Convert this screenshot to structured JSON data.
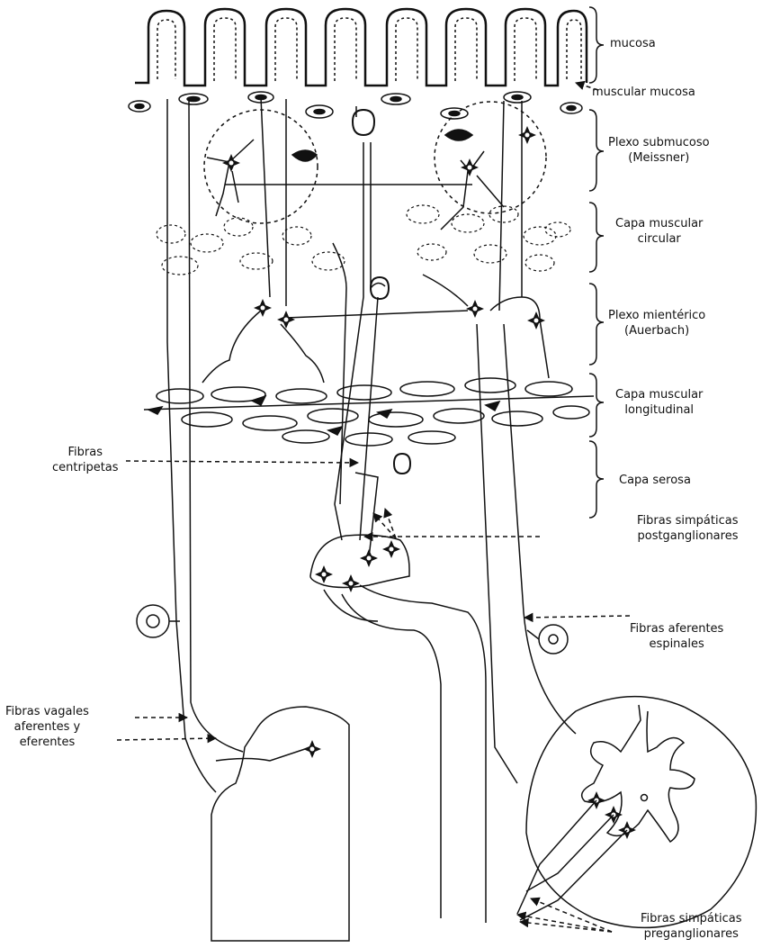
{
  "labels": {
    "mucosa": "mucosa",
    "muscular_mucosa": "muscular mucosa",
    "plexo_submucoso": [
      "Plexo submucoso",
      "(Meissner)"
    ],
    "capa_muscular_circular": [
      "Capa muscular",
      "circular"
    ],
    "plexo_mienterico": [
      "Plexo mientérico",
      "(Auerbach)"
    ],
    "capa_muscular_longitudinal": [
      "Capa muscular",
      "longitudinal"
    ],
    "capa_serosa": "Capa serosa",
    "fibras_centripetas": [
      "Fibras",
      "centripetas"
    ],
    "fibras_simpaticas_postganglionares": [
      "Fibras simpáticas",
      "postganglionares"
    ],
    "fibras_aferentes_espinales": [
      "Fibras aferentes",
      "espinales"
    ],
    "fibras_vagales": [
      "Fibras vagales",
      "aferentes y",
      "eferentes"
    ],
    "fibras_simpaticas_preganglionares": [
      "Fibras simpáticas",
      "preganglionares"
    ]
  },
  "colors": {
    "ink": "#111111",
    "background": "#ffffff"
  }
}
